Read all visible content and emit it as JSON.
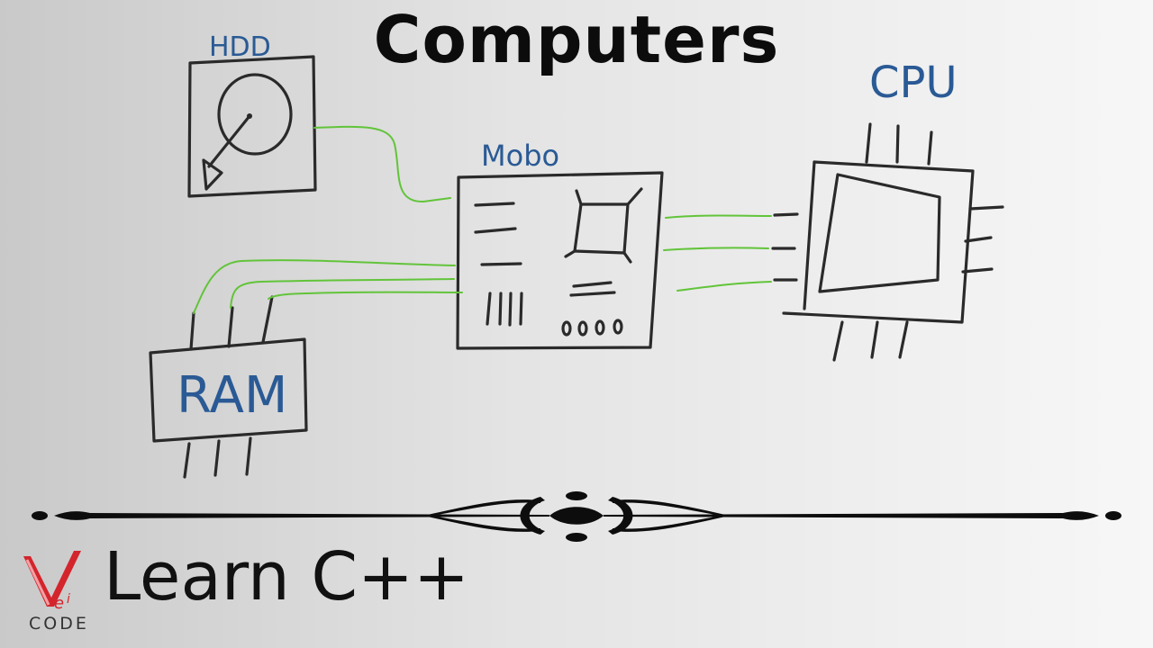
{
  "title": "Computers",
  "components": {
    "hdd": "HDD",
    "mobo": "Mobo",
    "cpu": "CPU",
    "ram": "RAM"
  },
  "footer": {
    "course": "Learn C++",
    "logo_text": "CODE"
  },
  "colors": {
    "ink": "#2a2a2a",
    "label": "#2a5a95",
    "wire": "#62c43a",
    "logo": "#d4242c"
  }
}
